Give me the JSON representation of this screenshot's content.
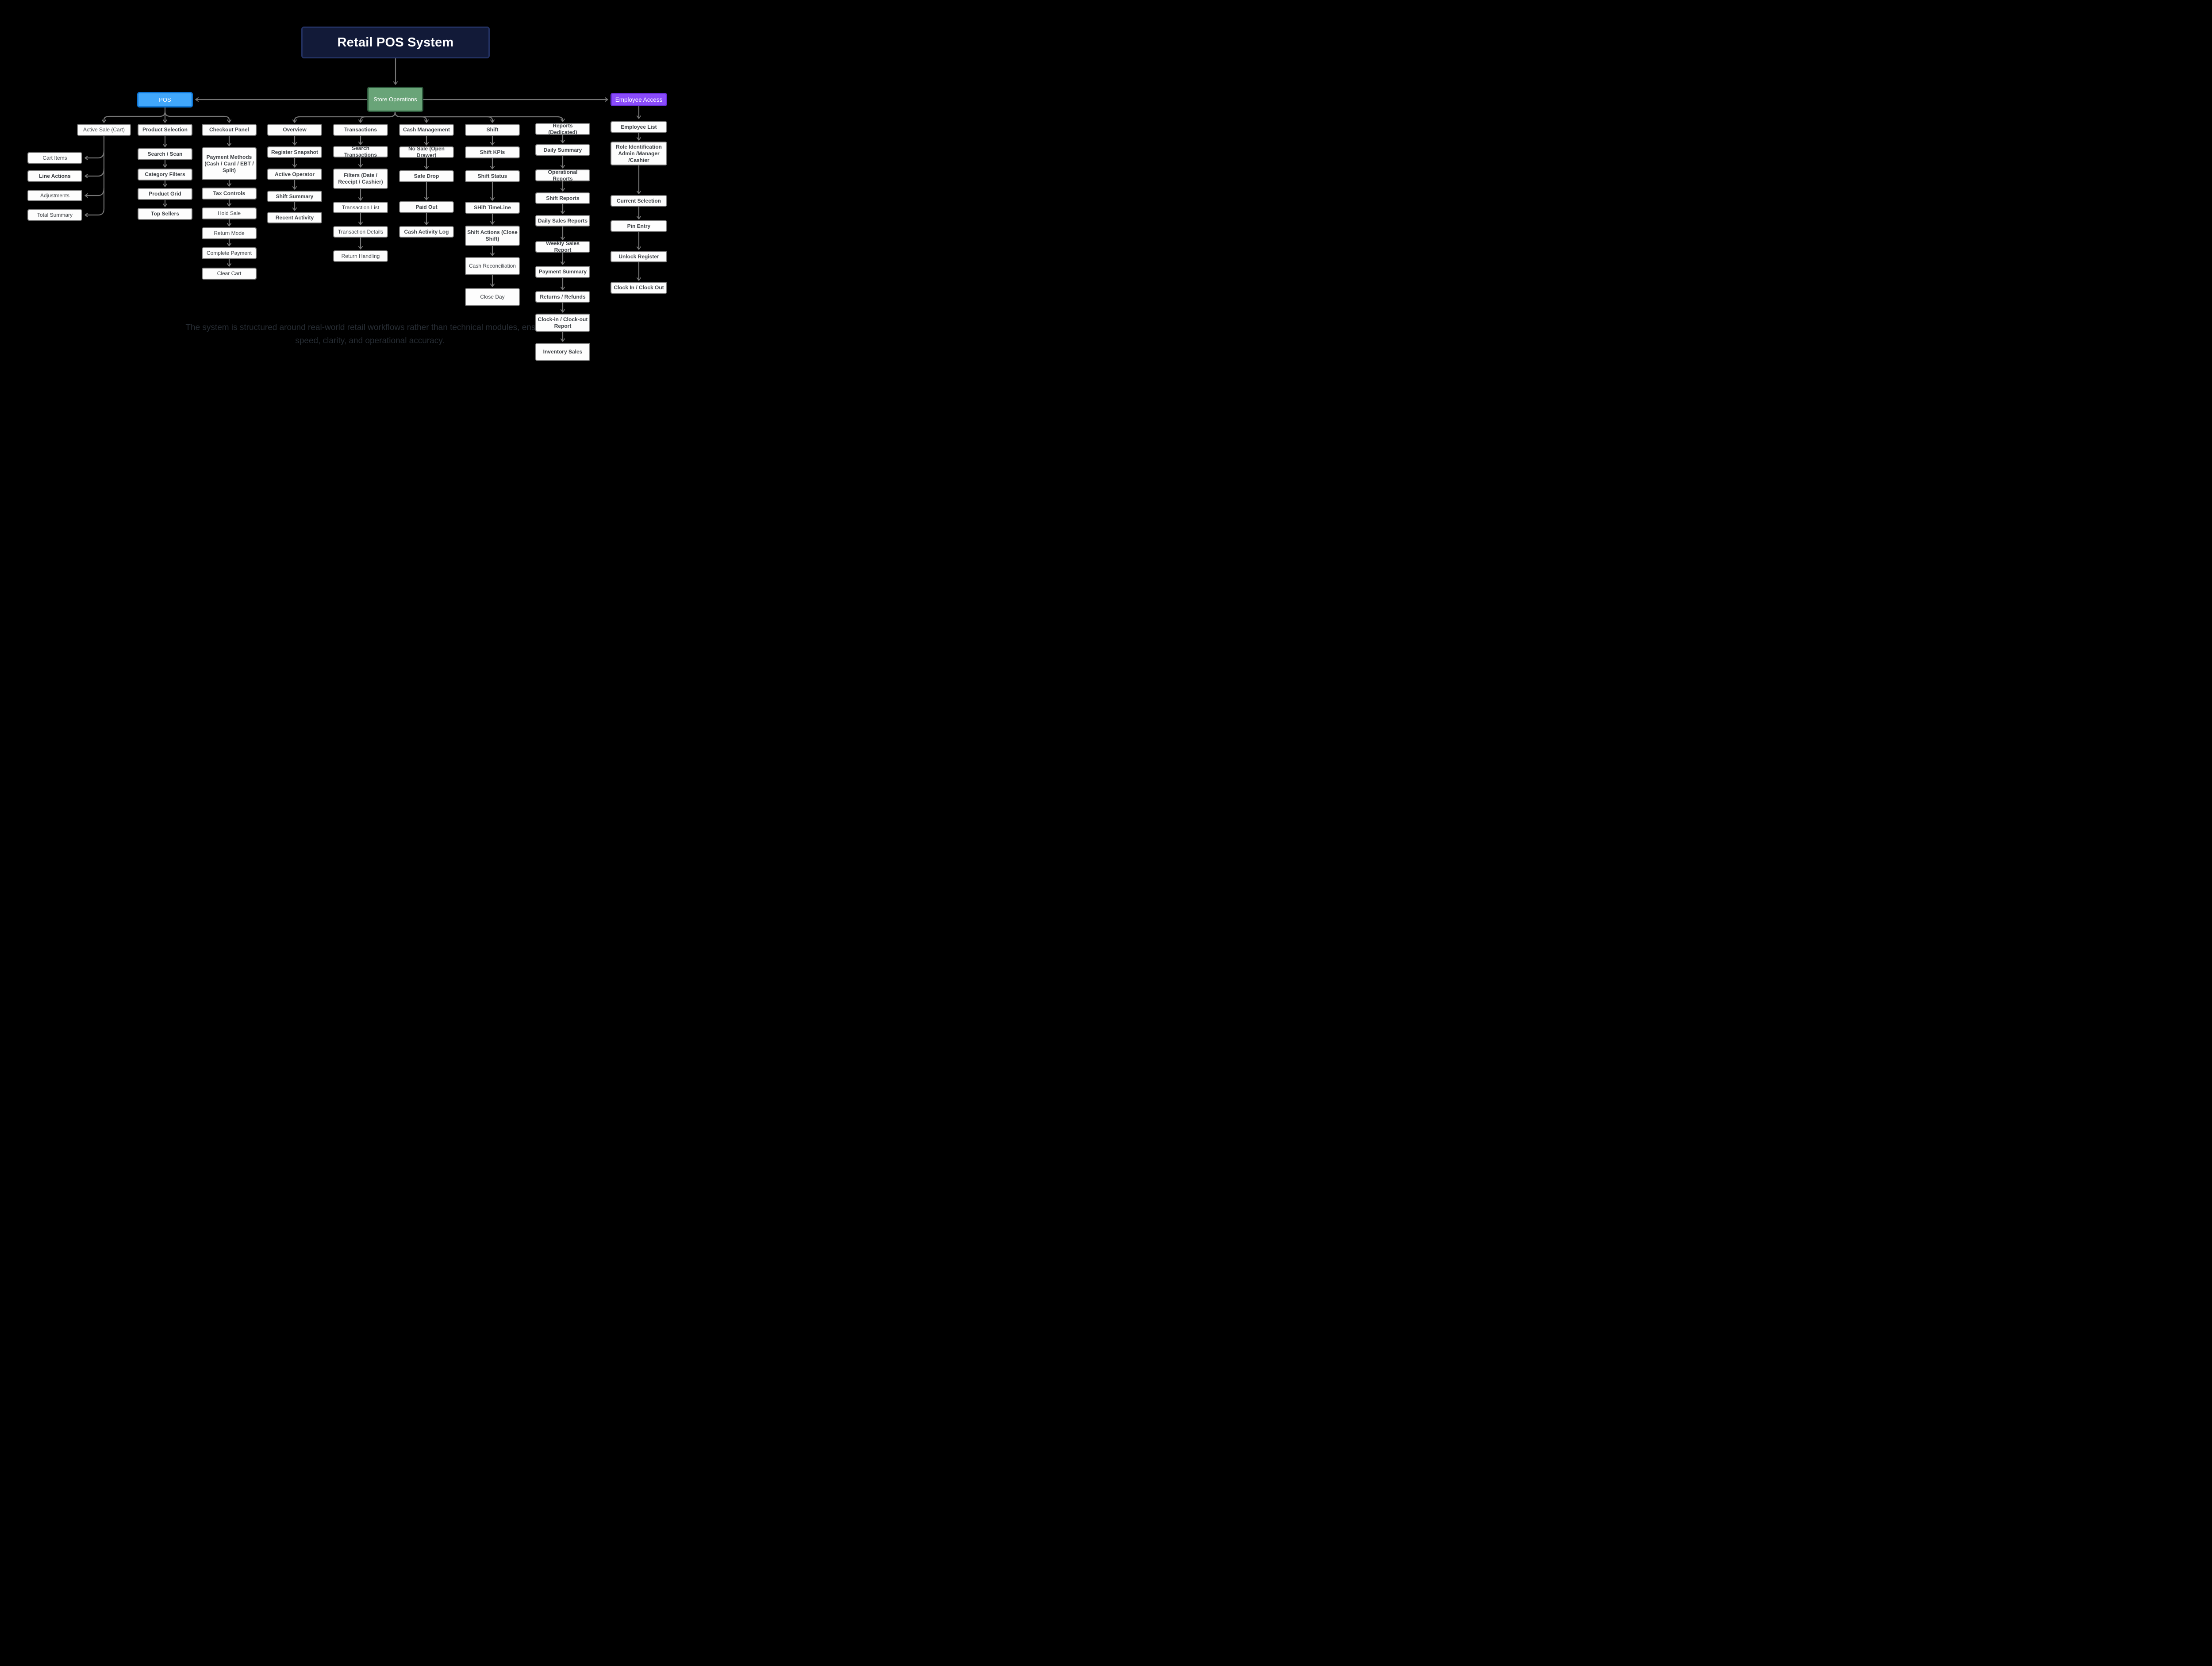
{
  "nodes": {
    "title": "Retail POS System",
    "pos": "POS",
    "store_operations": "Store Operations",
    "employee_access": "Employee Access",
    "active_sale_parent": "Active Sale (Cart)",
    "active_sale_children": [
      "Cart Items",
      "Line Actions",
      "Adjustments",
      "Total Summary"
    ],
    "product_selection": [
      "Product Selection",
      "Search / Scan",
      "Category Filters",
      "Product Grid",
      "Top Sellers"
    ],
    "checkout": [
      "Checkout Panel",
      "Payment Methods (Cash / Card / EBT / Split)",
      "Tax Controls",
      "Hold Sale",
      "Return Mode",
      "Complete Payment",
      "Clear Cart"
    ],
    "overview": [
      "Overview",
      "Register Snapshot",
      "Active Operator",
      "Shift Summary",
      "Recent Activity"
    ],
    "transactions": [
      "Transactions",
      "Search Transactions",
      "Filters (Date / Receipt / Cashier)",
      "Transaction List",
      "Transaction Details",
      "Return Handling"
    ],
    "cash_management": [
      "Cash Management",
      "No Sale (Open Drawer)",
      "Safe Drop",
      "Paid Out",
      "Cash Activity Log"
    ],
    "shift": [
      "Shift",
      "Shift KPIs",
      "Shift Status",
      "SHift TimeLine",
      "Shift Actions (Close Shift)",
      "Cash Reconciliation",
      "Close Day"
    ],
    "reports": [
      "Reports (Dedicated)",
      "Daily Summary",
      "Operational Reports",
      "Shift Reports",
      "Daily Sales Reports",
      "Weekly Sales Report",
      "Payment Summary",
      "Returns / Refunds",
      "Clock-in / Clock-out Report",
      "Inventory Sales"
    ],
    "employee": [
      "Employee List",
      "Role Identification Admin /Manager /Cashier",
      "Current Selection",
      "Pin Entry",
      "Unlock Register",
      "Clock In / Clock Out"
    ]
  },
  "caption": "The system is structured around real-world retail workflows rather than technical modules, ensuring speed, clarity, and operational accuracy.",
  "colors": {
    "background": "#000000",
    "title_fill": "#121a38",
    "title_border": "#223060",
    "pos_fill": "#41a7fb",
    "pos_border": "#0e76d6",
    "store_fill": "#69a478",
    "store_border": "#2e5a3d",
    "employee_fill": "#8a4bfb",
    "employee_border": "#6930d9",
    "node_fill": "#fdfdfd",
    "node_border": "#7b7b7b",
    "node_text": "#3f4347",
    "edge": "#757575",
    "caption_text": "#272d34"
  }
}
